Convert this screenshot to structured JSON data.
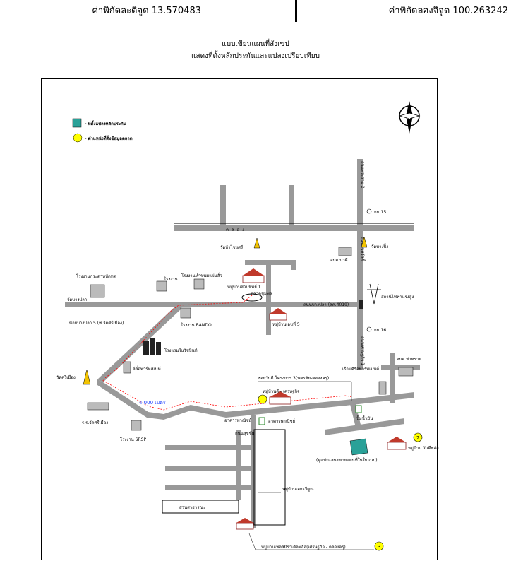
{
  "header": {
    "latitude_label": "ค่าพิกัดละติจูด 13.570483",
    "longitude_label": "ค่าพิกัดลองจิจูด 100.263242"
  },
  "title": {
    "line1": "แบบเขียนแผนที่สังเขป",
    "line2": "แสดงที่ตั้งหลักประกันและแปลงเปรียบเทียบ"
  },
  "legend": {
    "collateral": "- ที่ตั้งแปลงหลักประกัน",
    "market": "- ตำแหน่งที่ตั้งข้อมูลตลาด"
  },
  "compass": {
    "letter": "N"
  },
  "roads": {
    "kheng": "ค ล อ ง",
    "ban_bang_pla": "ถนนบางปลา (สค.4019)",
    "wat_bang_pla": "วัดบางปลา",
    "north_road": "ถนนพระราม 2",
    "side_road": "ถนนสุขสวัสดิ์",
    "east_road": "ถนนเศรษฐกิจ 1",
    "market_soi": "ตลาดชุมพล",
    "ban_sukhum": "ถนนสุขุม",
    "ban_jam_sai": "ซอยบางปลา 5 (ซ.วัดศรีเมือง)"
  },
  "km_markers": {
    "km15": "กม.15",
    "km16": "กม.16"
  },
  "distance": "4,000 เมตร",
  "places": {
    "wat_jonsai": "วัดบ้าไชยศรี",
    "wat_bang_ping": "วัดบางปิ้ง",
    "abt_nakhi": "อบต.นาดี",
    "abt_tha_sai": "อบต.ท่าทราย",
    "substation": "สถานีไฟฟ้าแรงสูง",
    "factory_paper": "โรงงานกระดาษบัตทต",
    "factory_1": "โรงงาน",
    "factory_food": "โรงงานทำขนมแผ่นสั่ว",
    "factory_bando": "โรงงาน BANDO",
    "factory_dinbin": "โรงแรมในรัชบินท์",
    "factory_srsp": "โรงงาน SRSP",
    "village_suanthong": "หมู่บ้านสวนทิพย์ 1",
    "village_5": "หมู่บ้านเลขที่ 5",
    "lotus_apartment": "ลีลี่อพาร์ทเม้นท์",
    "wat_sri_mueang": "วัดศรีเมือง",
    "school": "ร.ร.วัดศรีเมือง",
    "seven_eleven": "ปั๊มน้ำมัน",
    "commercial": "อาคารพาณิชย์",
    "soi_wang": "ซอยวันดี โครงการ 3(นครชัย-คลองครุ)",
    "apartment_east": "เรือนศิริอพาร์ทเมนต์",
    "village_1": "หมู่บ้านดี - เศรษฐกิจ",
    "village_2": "หมู่บ้าน วันดีพลัส",
    "village_3": "หมู่บ้านเพลสมิราเคิลพลัส(เศรษฐกิจ - คลองครุ)",
    "village_ek": "หมู่บ้านเอกรวีคูณ",
    "park": "สวนสาธารณะ",
    "map_note": "(ดูแปะแลนขยายแผนที่ในใบแนบ)",
    "soi_sukchai": "ถนนสุขชัย"
  },
  "markers": [
    "1",
    "2",
    "3"
  ],
  "colors": {
    "road": "#999999",
    "collateral": "#2aa198",
    "market": "#ffff00",
    "route": "#ff0000",
    "distance_text": "#1a3cff"
  }
}
